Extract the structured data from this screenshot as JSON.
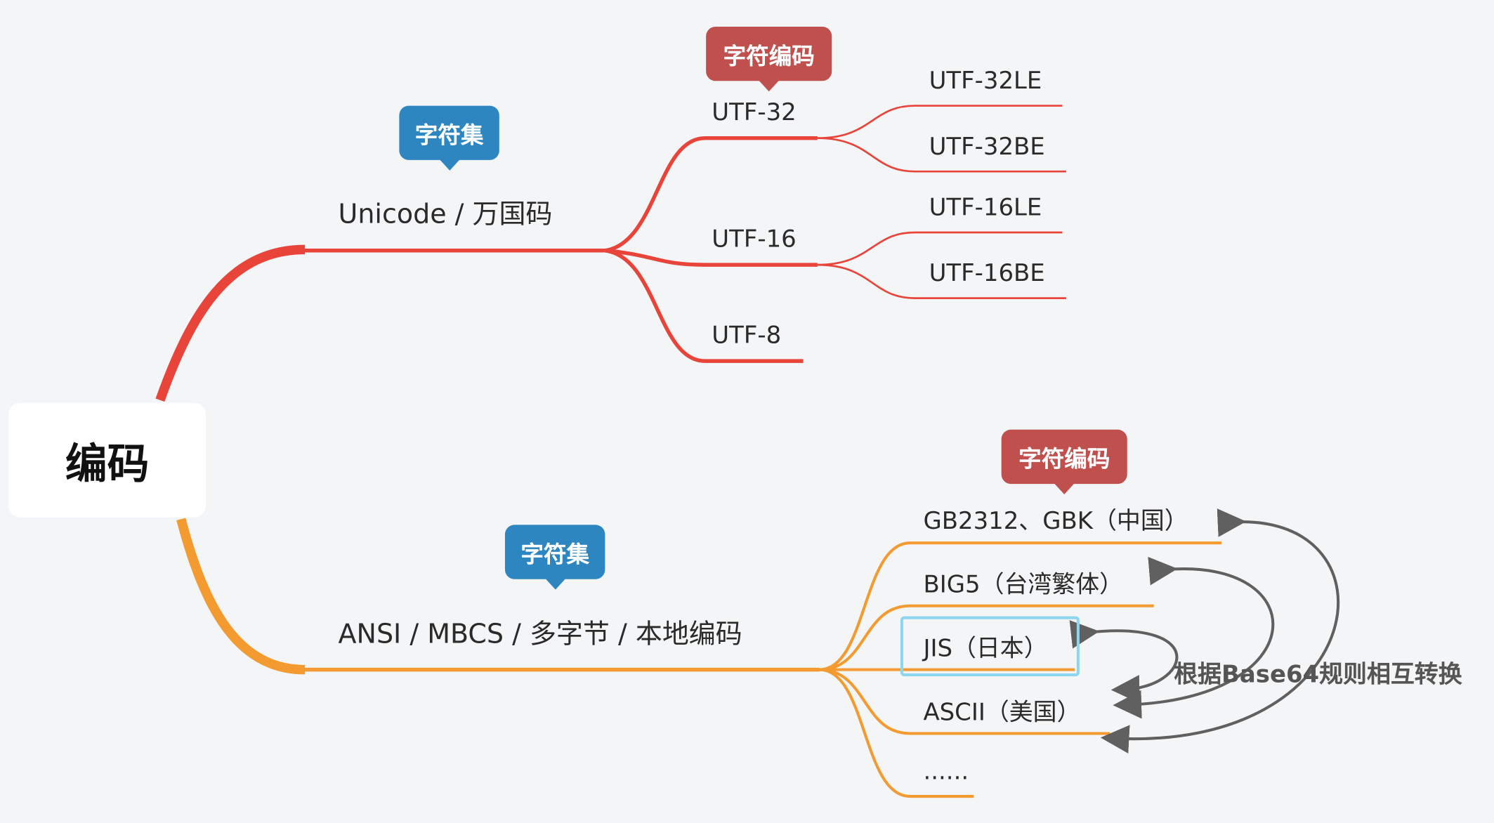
{
  "root": {
    "label": "编码"
  },
  "branches": {
    "unicode": {
      "label": "Unicode / 万国码",
      "tag": "字符集",
      "children": {
        "utf32": {
          "label": "UTF-32",
          "tag": "字符编码",
          "le": "UTF-32LE",
          "be": "UTF-32BE"
        },
        "utf16": {
          "label": "UTF-16",
          "le": "UTF-16LE",
          "be": "UTF-16BE"
        },
        "utf8": {
          "label": "UTF-8"
        }
      }
    },
    "ansi": {
      "label": "ANSI / MBCS / 多字节 / 本地编码",
      "tag": "字符集",
      "children_tag": "字符编码",
      "children": [
        "GB2312、GBK（中国）",
        "BIG5（台湾繁体）",
        "JIS（日本）",
        "ASCII（美国）",
        "......"
      ]
    }
  },
  "annotation": {
    "label": "根据Base64规则相互转换"
  },
  "colors": {
    "unicode_branch": "#e8443a",
    "ansi_branch": "#f39a30",
    "tag_charset": "#2e86c1",
    "tag_encoding": "#c0504d",
    "highlight": "#8dd6f0",
    "arrow": "#606060"
  }
}
